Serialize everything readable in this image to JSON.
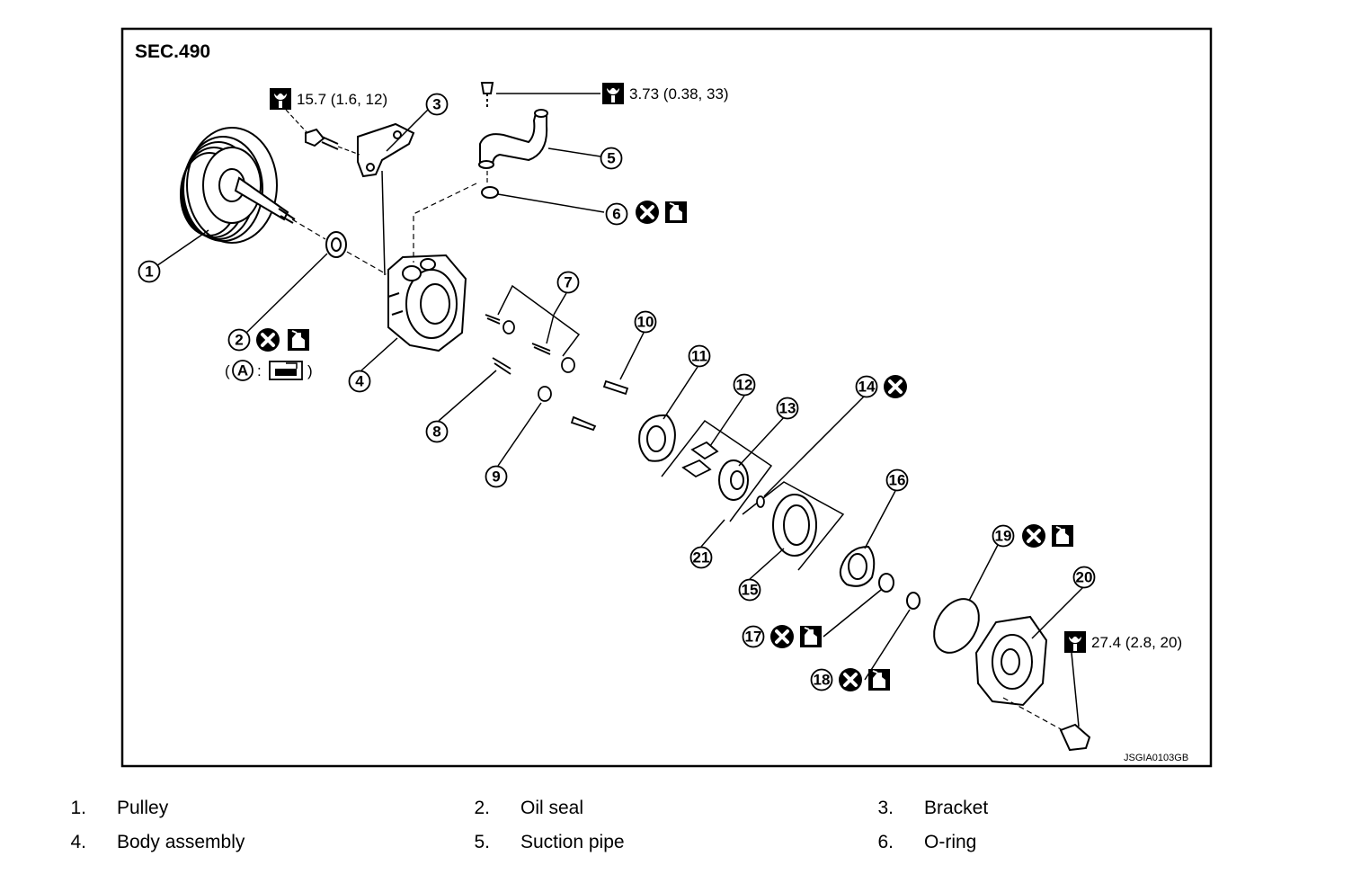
{
  "section_label": "SEC.490",
  "image_code": "JSGIA0103GB",
  "torques": [
    {
      "value": "15.7 (1.6, 12)"
    },
    {
      "value": "3.73 (0.38, 33)"
    },
    {
      "value": "27.4 (2.8, 20)"
    }
  ],
  "callouts": [
    "1",
    "2",
    "3",
    "4",
    "5",
    "6",
    "7",
    "8",
    "9",
    "10",
    "11",
    "12",
    "13",
    "14",
    "15",
    "16",
    "17",
    "18",
    "19",
    "20",
    "21"
  ],
  "note_a": {
    "letter": "A",
    "sep": ":",
    "open": "(",
    "close": ")"
  },
  "legend": [
    {
      "num": "1.",
      "text": "Pulley"
    },
    {
      "num": "2.",
      "text": "Oil seal"
    },
    {
      "num": "3.",
      "text": "Bracket"
    },
    {
      "num": "4.",
      "text": "Body assembly"
    },
    {
      "num": "5.",
      "text": "Suction pipe"
    },
    {
      "num": "6.",
      "text": "O-ring"
    }
  ],
  "icons": [
    "torque-wrench-icon",
    "do-not-reuse-icon",
    "apply-fluid-icon",
    "sealant-icon"
  ]
}
